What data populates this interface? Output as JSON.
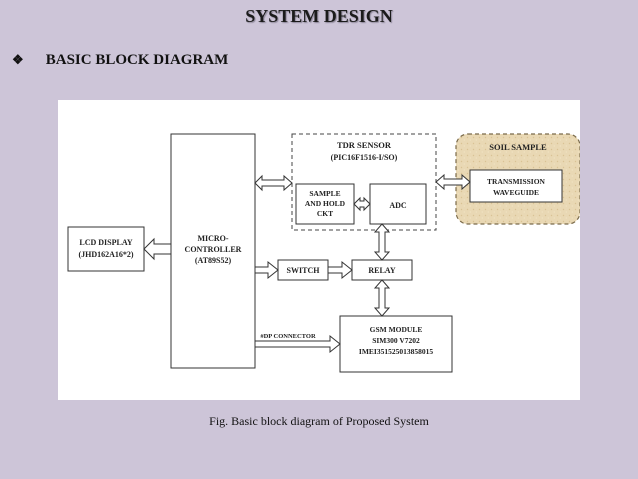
{
  "title": "SYSTEM DESIGN",
  "section": {
    "bullet": "❖",
    "heading": "BASIC BLOCK DIAGRAM"
  },
  "diagram": {
    "lcd": {
      "line1": "LCD DISPLAY",
      "line2": "(JHD162A16*2)"
    },
    "mcu": {
      "line1": "MICRO-",
      "line2": "CONTROLLER",
      "line3": "(AT89S52)"
    },
    "tdr": {
      "line1": "TDR SENSOR",
      "line2": "(PIC16F1516-I/SO)"
    },
    "sample_hold": {
      "line1": "SAMPLE",
      "line2": "AND HOLD",
      "line3": "CKT"
    },
    "adc": "ADC",
    "soil": {
      "title": "SOIL SAMPLE",
      "line1": "TRANSMISSION",
      "line2": "WAVEGUIDE"
    },
    "switch": "SWITCH",
    "relay": "RELAY",
    "gsm": {
      "line1": "GSM MODULE",
      "line2": "SIM300 V7202",
      "line3": "IMEI351525013858015"
    },
    "connector": "#DP CONNECTOR"
  },
  "caption": "Fig. Basic block diagram of Proposed System"
}
